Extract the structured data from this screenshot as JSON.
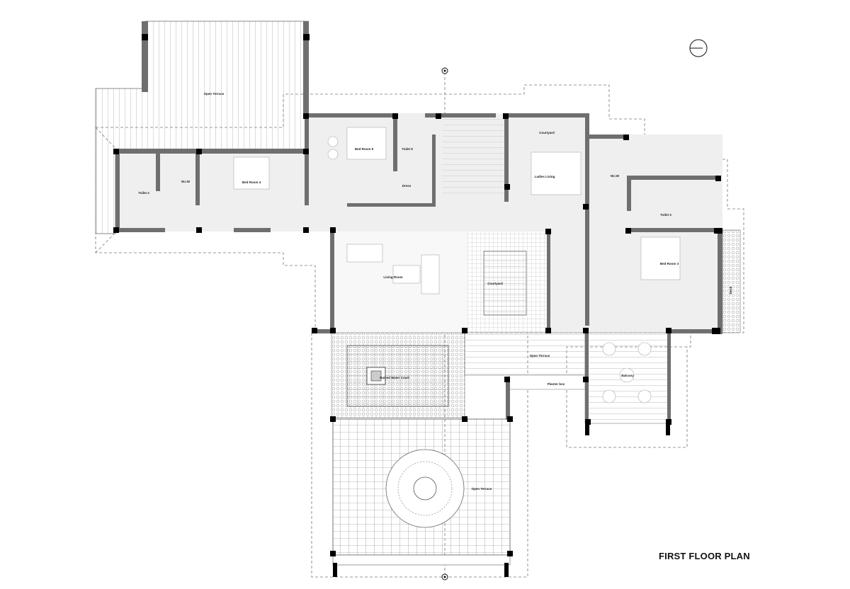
{
  "plan": {
    "title": "FIRST FLOOR PLAN",
    "rooms": {
      "open_terrace_top": "Open Terrace",
      "bed_room_4": "Bed Room 4",
      "wiw_4": "W.I.W",
      "toilet_4": "Toilet 4",
      "bed_room_5": "Bed Room 5",
      "toilet_5": "Toilet 5",
      "dress": "Dress",
      "courtyard_top": "Courtyard",
      "ladies_living": "Ladies Living",
      "wiw_3": "W.I.W",
      "toilet_3": "Toilet 3",
      "bed_room_3": "Bed Room 3",
      "deck": "Deck",
      "living_room": "Living Room",
      "courtyard": "Courtyard",
      "raised_water_court": "Raised Water Court",
      "open_terrace_mid": "Open Terrace",
      "planter_box": "Planter box",
      "balcony": "Balcony",
      "open_terrace_bottom": "Open Terrace"
    },
    "colors": {
      "wall": "#6f6f6f",
      "column": "#000000",
      "floor": "#efefef",
      "line": "#999999"
    }
  }
}
